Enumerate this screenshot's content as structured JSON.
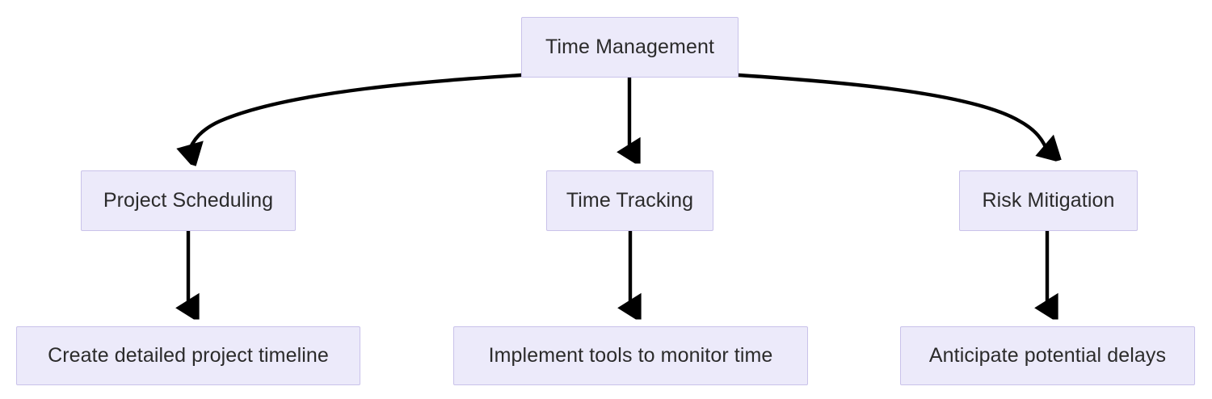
{
  "diagram": {
    "type": "flowchart",
    "direction": "top-down",
    "background_color": "#ffffff",
    "node_fill_color": "#ECEAFA",
    "node_border_color": "#C9C2EA",
    "node_text_color": "#2b2b2b",
    "edge_color": "#000000",
    "nodes": [
      {
        "id": "root",
        "label": "Time Management"
      },
      {
        "id": "mid1",
        "label": "Project Scheduling"
      },
      {
        "id": "mid2",
        "label": "Time Tracking"
      },
      {
        "id": "mid3",
        "label": "Risk Mitigation"
      },
      {
        "id": "leaf1",
        "label": "Create detailed project timeline"
      },
      {
        "id": "leaf2",
        "label": "Implement tools to monitor time"
      },
      {
        "id": "leaf3",
        "label": "Anticipate potential delays"
      }
    ],
    "edges": [
      {
        "from": "root",
        "to": "mid1",
        "style": "curved",
        "arrow": "triangle"
      },
      {
        "from": "root",
        "to": "mid2",
        "style": "straight",
        "arrow": "triangle"
      },
      {
        "from": "root",
        "to": "mid3",
        "style": "curved",
        "arrow": "triangle"
      },
      {
        "from": "mid1",
        "to": "leaf1",
        "style": "straight",
        "arrow": "triangle"
      },
      {
        "from": "mid2",
        "to": "leaf2",
        "style": "straight",
        "arrow": "triangle"
      },
      {
        "from": "mid3",
        "to": "leaf3",
        "style": "straight",
        "arrow": "triangle"
      }
    ]
  }
}
